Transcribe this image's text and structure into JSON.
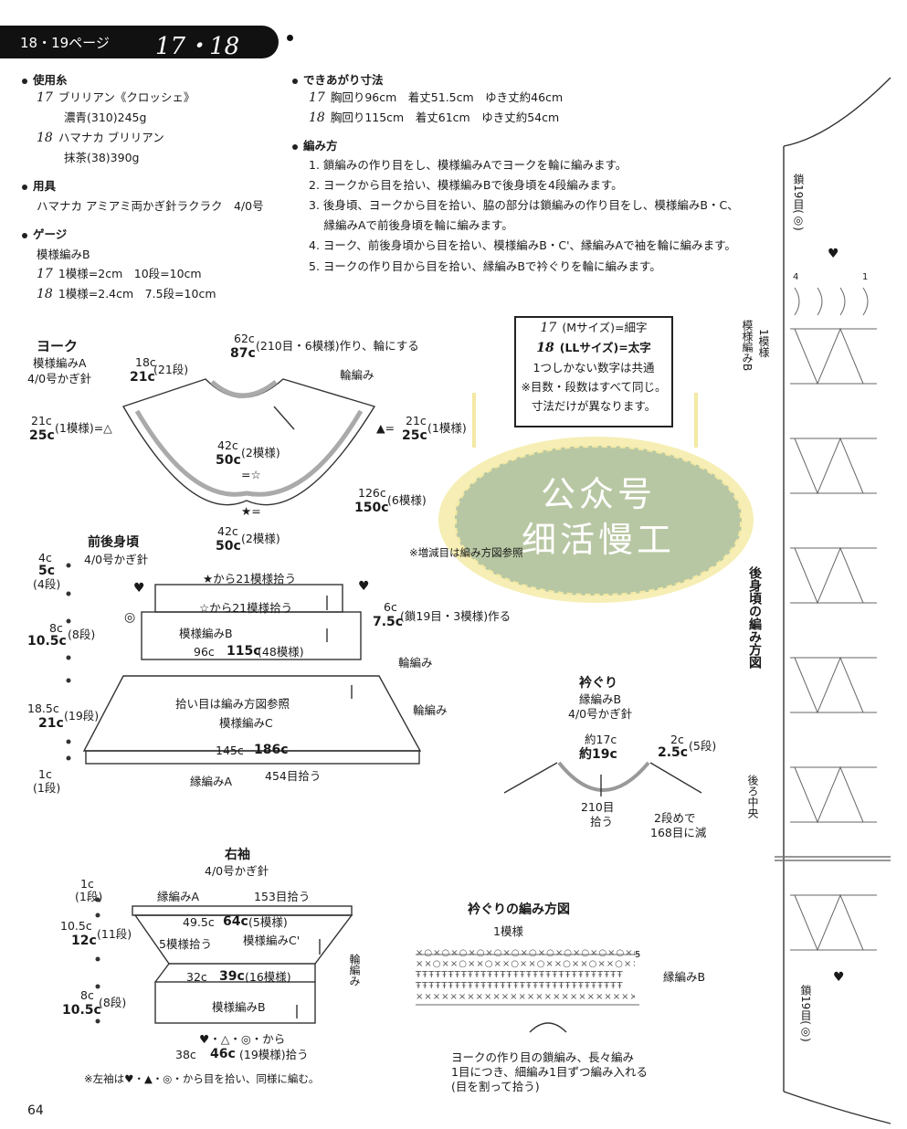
{
  "header": {
    "pages": "18・19ページ",
    "numbers": "17・18"
  },
  "materials": {
    "heading": "使用糸",
    "m17_num": "17",
    "m17_yarn": "ブリリアン《クロッシェ》",
    "m17_color": "濃青(310)245g",
    "m18_num": "18",
    "m18_yarn": "ハマナカ ブリリアン",
    "m18_color": "抹茶(38)390g"
  },
  "tools": {
    "heading": "用具",
    "text": "ハマナカ アミアミ両かぎ針ラクラク　4/0号"
  },
  "gauge": {
    "heading": "ゲージ",
    "pattern": "模様編みB",
    "g17_num": "17",
    "g17": "1模様=2cm　10段=10cm",
    "g18_num": "18",
    "g18": "1模様=2.4cm　7.5段=10cm"
  },
  "finished": {
    "heading": "できあがり寸法",
    "f17_num": "17",
    "f17": "胸回り96cm　着丈51.5cm　ゆき丈約46cm",
    "f18_num": "18",
    "f18": "胸回り115cm　着丈61cm　ゆき丈約54cm"
  },
  "method": {
    "heading": "編み方",
    "steps": [
      "1. 鎖編みの作り目をし、模様編みAでヨークを輪に編みます。",
      "2. ヨークから目を拾い、模様編みBで後身頃を4段編みます。",
      "3. 後身頃、ヨークから目を拾い、脇の部分は鎖編みの作り目をし、模様編みB・C、",
      "　 縁編みAで前後身頃を輪に編みます。",
      "4. ヨーク、前後身頃から目を拾い、模様編みB・C'、縁編みAで袖を輪に編みます。",
      "5. ヨークの作り目から目を拾い、縁編みBで衿ぐりを輪に編みます。"
    ]
  },
  "legend": {
    "l1_num": "17",
    "l1": "(Mサイズ)=細字",
    "l2_num": "18",
    "l2": "(LLサイズ)=太字",
    "l3": "1つしかない数字は共通",
    "l4": "※目数・段数はすべて同じ。",
    "l5": "寸法だけが異なります。"
  },
  "watermark": {
    "line1": "公众号",
    "line2": "细活慢工"
  },
  "yoke": {
    "title": "ヨーク",
    "pattern": "模様編みA",
    "hook": "4/0号かぎ針",
    "top_a": "62c",
    "top_b": "87c",
    "top_note": "(210目・6模様)作り、輪にする",
    "side_a": "18c",
    "side_b": "21c",
    "side_note": "(21段)",
    "edge": "輪編み",
    "left_a": "21c",
    "left_b": "25c",
    "left_note": "(1模様)=△",
    "right_sym": "▲=",
    "right_a": "21c",
    "right_b": "25c",
    "right_note": "(1模様)",
    "mid_a": "42c",
    "mid_b": "50c",
    "mid_note": "(2模様)",
    "mid_sym": "=☆",
    "outer_a": "126c",
    "outer_b": "150c",
    "outer_note": "(6模様)",
    "bot_sym": "★=",
    "bot_a": "42c",
    "bot_b": "50c",
    "bot_note": "(2模様)",
    "incdec": "※増減目は編み方図参照"
  },
  "body": {
    "title": "前後身頃",
    "hook": "4/0号かぎ針",
    "top1": "★から21模様拾う",
    "top2": "☆から21模様拾う",
    "l1_a": "4c",
    "l1_b": "5c",
    "l1_note": "(4段)",
    "l2_a": "8c",
    "l2_b": "10.5c",
    "l2_note": "(8段)",
    "chain_a": "6c",
    "chain_b": "7.5c",
    "chain_note": "(鎖19目・3模様)作る",
    "patB": "模様編みB",
    "w1_a": "96c",
    "w1_b": "115c",
    "w1_note": "(48模様)",
    "edge1": "輪編み",
    "pick": "拾い目は編み方図参照",
    "edge2": "輪編み",
    "l3_a": "18.5c",
    "l3_b": "21c",
    "l3_note": "(19段)",
    "patC": "模様編みC",
    "w2_a": "145c",
    "w2_b": "186c",
    "l4_a": "1c",
    "l4_note": "(1段)",
    "rimA": "縁編みA",
    "pick454": "454目拾う"
  },
  "sleeve": {
    "title": "右袖",
    "hook": "4/0号かぎ針",
    "l1_a": "1c",
    "l1_note": "(1段)",
    "rimA": "縁編みA",
    "pick153": "153目拾う",
    "w1_a": "49.5c",
    "w1_b": "64c",
    "w1_note": "(5模様)",
    "l2_a": "10.5c",
    "l2_b": "12c",
    "l2_note": "(11段)",
    "pick5": "5模様拾う",
    "patC2": "模様編みC'",
    "edge": "輪編み",
    "w2_a": "32c",
    "w2_b": "39c",
    "w2_note": "(16模様)",
    "l3_a": "8c",
    "l3_b": "10.5c",
    "l3_note": "(8段)",
    "patB": "模様編みB",
    "w3_pre": "♥・△・◎・から",
    "w3_a": "38c",
    "w3_b": "46c",
    "w3_note": "(19模様)拾う",
    "left_note": "※左袖は♥・▲・◎・から目を拾い、同様に編む。"
  },
  "neck": {
    "title": "衿ぐり",
    "pattern": "縁編みB",
    "hook": "4/0号かぎ針",
    "top_a": "約17c",
    "top_b": "約19c",
    "r_a": "2c",
    "r_b": "2.5c",
    "r_note": "(5段)",
    "pick_a": "210目",
    "pick_b": "拾う",
    "dec_a": "2段めで",
    "dec_b": "168目に減"
  },
  "neckchart": {
    "title": "衿ぐりの編み方図",
    "one": "1模様",
    "rimB": "縁編みB",
    "row5": "5",
    "note1": "ヨークの作り目の鎖編み、長々編み",
    "note2": "1目につき、細編み1目ずつ編み入れる",
    "note3": "(目を割って拾う)"
  },
  "backchart": {
    "title": "後身頃の編み方図",
    "patB": "模様編みB",
    "one": "1模様",
    "center": "後ろ中央",
    "chain_top": "鎖19目(◎)",
    "chain_bot": "鎖19目(◎)",
    "row4": "4",
    "row1": "1"
  },
  "page_number": "64"
}
